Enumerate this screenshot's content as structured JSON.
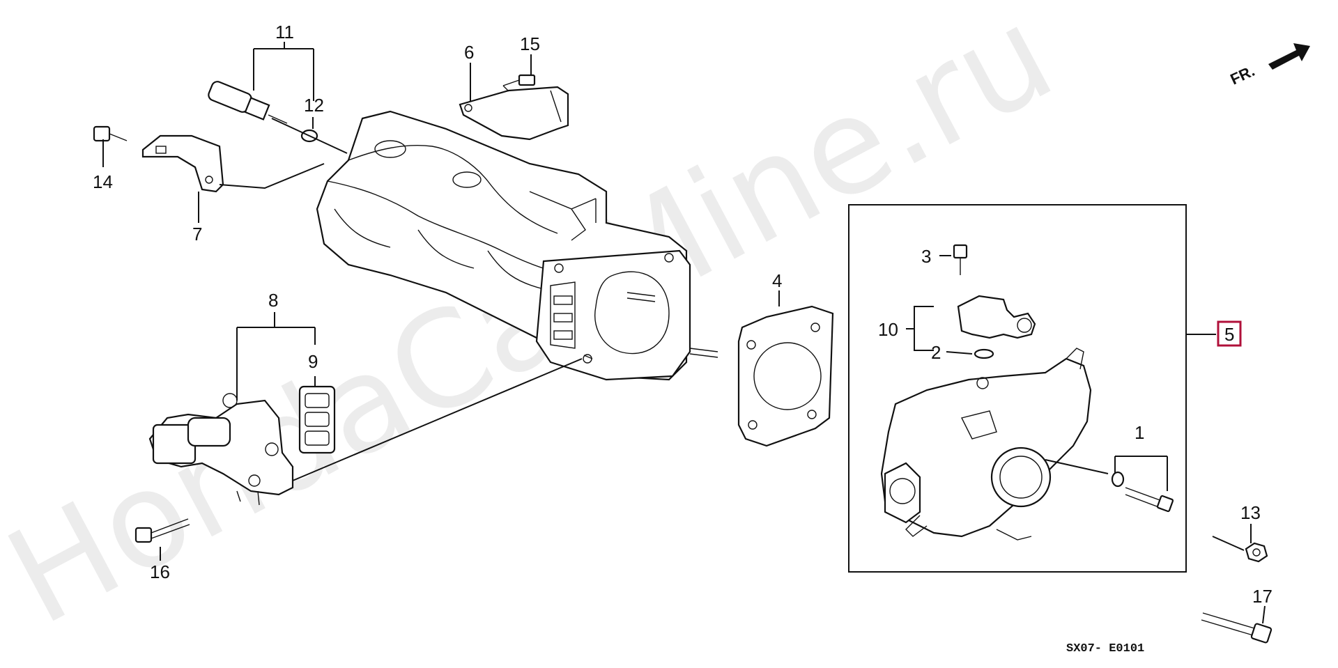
{
  "watermark": "HondaCarMine.ru",
  "direction_marker": "FR.",
  "diagram_code": "SX07- E0101",
  "highlighted_part": "5",
  "part_labels": [
    {
      "id": "1",
      "text": "1"
    },
    {
      "id": "2",
      "text": "2"
    },
    {
      "id": "3",
      "text": "3"
    },
    {
      "id": "4",
      "text": "4"
    },
    {
      "id": "5",
      "text": "5"
    },
    {
      "id": "6",
      "text": "6"
    },
    {
      "id": "7",
      "text": "7"
    },
    {
      "id": "8",
      "text": "8"
    },
    {
      "id": "9",
      "text": "9"
    },
    {
      "id": "10",
      "text": "10"
    },
    {
      "id": "11",
      "text": "11"
    },
    {
      "id": "12",
      "text": "12"
    },
    {
      "id": "13",
      "text": "13"
    },
    {
      "id": "14",
      "text": "14"
    },
    {
      "id": "15",
      "text": "15"
    },
    {
      "id": "16",
      "text": "16"
    },
    {
      "id": "17",
      "text": "17"
    }
  ]
}
